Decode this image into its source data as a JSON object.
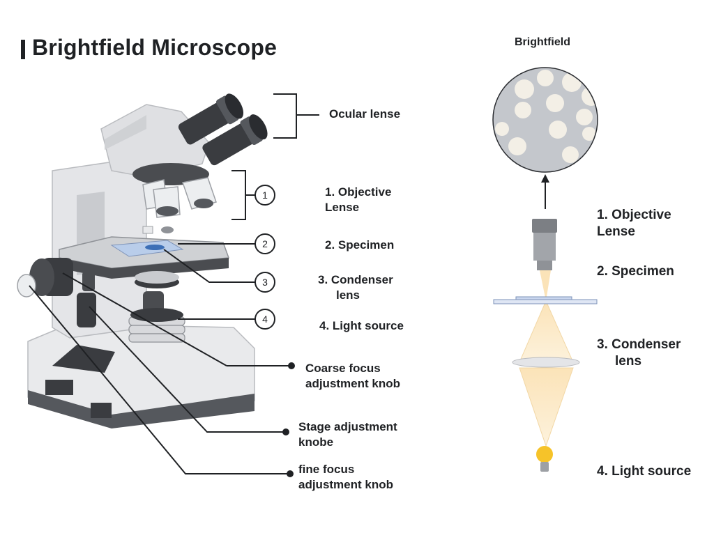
{
  "title": "Brightfield Microscope",
  "labels": {
    "ocular": "Ocular lense",
    "objective_line1": "1. Objective",
    "objective_line2": "Lense",
    "specimen": "2. Specimen",
    "condenser_line1": "3. Condenser",
    "condenser_line2": "lens",
    "light_source": "4. Light source",
    "coarse_line1": "Coarse focus",
    "coarse_line2": "adjustment knob",
    "stage_line1": "Stage adjustment",
    "stage_line2": "knobe",
    "fine_line1": "fine focus",
    "fine_line2": "adjustment knob"
  },
  "markers": [
    "1",
    "2",
    "3",
    "4"
  ],
  "brightfield_panel": {
    "title": "Brightfield",
    "objective_line1": "1. Objective",
    "objective_line2": "Lense",
    "specimen": "2. Specimen",
    "condenser_line1": "3. Condenser",
    "condenser_line2": "lens",
    "light_source": "4. Light source"
  },
  "colors": {
    "text": "#1f2124",
    "body_light": "#e9eaec",
    "body_dark": "#3a3c40",
    "field_bg": "#c4c7cc",
    "cell": "#f3efe6",
    "light_cone": "#fbe7c4",
    "bulb": "#f6c329",
    "slide": "#c9d6ee"
  }
}
